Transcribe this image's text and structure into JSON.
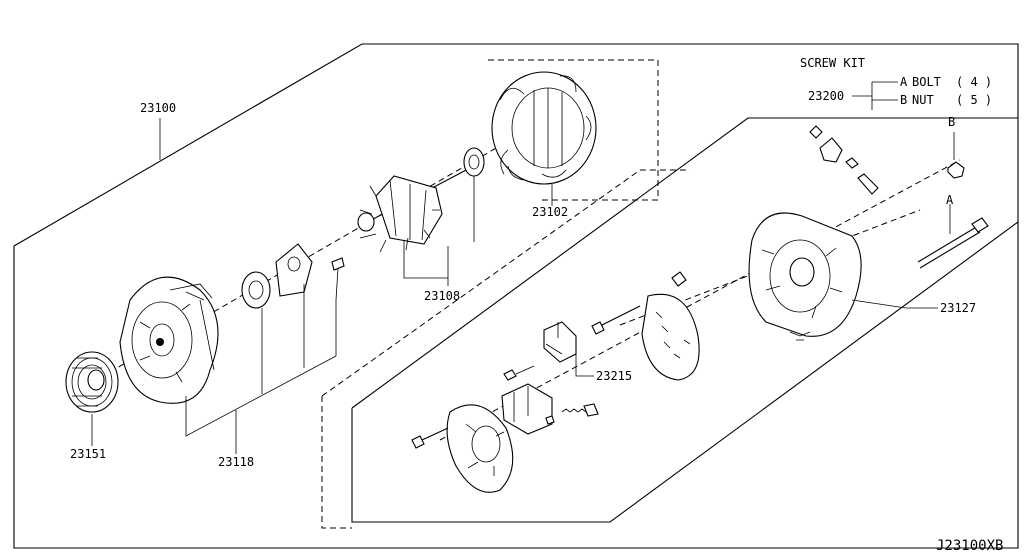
{
  "diagram_code": "J23100XB",
  "screw_kit": {
    "title": "SCREW KIT",
    "part_no": "23200",
    "bolt": {
      "letter": "A",
      "name": "BOLT",
      "qty": "( 4 )"
    },
    "nut": {
      "letter": "B",
      "name": "NUT",
      "qty": "( 5 )"
    }
  },
  "callouts": {
    "assembly": "23100",
    "stator": "23102",
    "rotor": "23108",
    "front_housing": "23118",
    "pulley": "23151",
    "rear_housing": "23127",
    "regulator": "23215"
  },
  "markers": {
    "bolt": "A",
    "nut": "B"
  }
}
